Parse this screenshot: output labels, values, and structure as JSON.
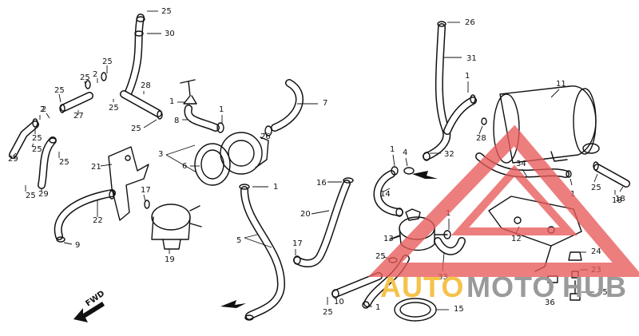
{
  "callouts": [
    "25",
    "30",
    "25",
    "25",
    "2",
    "25",
    "25",
    "2",
    "28",
    "27",
    "25",
    "1",
    "25",
    "8",
    "1",
    "7",
    "2",
    "26",
    "25",
    "29",
    "25",
    "25",
    "21",
    "29",
    "3",
    "6",
    "17",
    "16",
    "1",
    "22",
    "9",
    "18",
    "19",
    "5",
    "20",
    "17",
    "26",
    "31",
    "1",
    "11",
    "28",
    "32",
    "1",
    "4",
    "14",
    "34",
    "25",
    "18",
    "1",
    "1",
    "13",
    "12",
    "25",
    "24",
    "23",
    "33",
    "36",
    "10",
    "1",
    "15",
    "25",
    "35"
  ],
  "watermark": {
    "left": "AUTO",
    "middle": "MOTO",
    "right": "HUB"
  },
  "direction_label": "FWD",
  "colors": {
    "line": "#111111",
    "watermark_red": "#e85a5a",
    "watermark_yellow": "#f5c24a",
    "watermark_gray": "#9a9a9a"
  }
}
